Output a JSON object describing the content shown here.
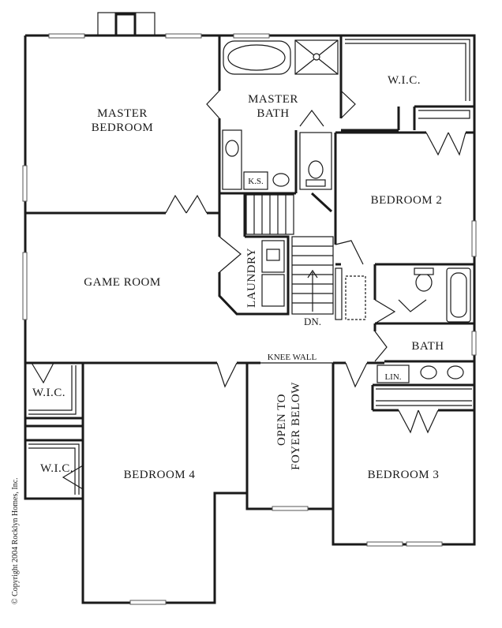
{
  "rooms": {
    "master_bedroom": [
      "MASTER",
      "BEDROOM"
    ],
    "master_bath": [
      "MASTER",
      "BATH"
    ],
    "wic_top": "W.I.C.",
    "bedroom2": "BEDROOM 2",
    "game_room": "GAME ROOM",
    "laundry": "LAUNDRY",
    "dn": "DN.",
    "knee_wall": "KNEE WALL",
    "bath": "BATH",
    "lin": "LIN.",
    "wic_left_upper": "W.I.C.",
    "wic_left_lower": "W.I.C.",
    "bedroom4": "BEDROOM 4",
    "open_to_foyer": [
      "OPEN TO",
      "FOYER BELOW"
    ],
    "bedroom3": "BEDROOM 3",
    "ks": "K.S."
  },
  "copyright": "© Copyright 2004 Rocklyn Homes, Inc."
}
